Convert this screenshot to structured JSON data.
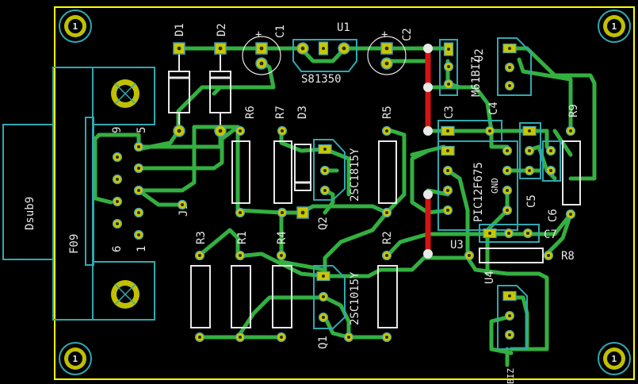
{
  "colors": {
    "background": "#000000",
    "board_outline": "#ffff00",
    "trace": "#33b040",
    "trace_red": "#d41414",
    "pad": "#c8c800",
    "pad_outline": "#48a0b0",
    "silkscreen": "#e8e8e8",
    "outline_cyan": "#30a8b0",
    "mounting_hole": "#c0c000"
  },
  "labels": {
    "mount_hole": "1",
    "d1": "D1",
    "d2": "D2",
    "c1": "C1",
    "plus": "+",
    "u1": "U1",
    "c2": "C2",
    "s81350": "S81350",
    "u2": "U2",
    "m61biz": "M61BIZ",
    "r6": "R6",
    "r7": "R7",
    "d3": "D3",
    "r5": "R5",
    "c3": "C3",
    "c4": "C4",
    "r9": "R9",
    "gnd": "GND",
    "q2_part": "2SC1815Y",
    "dsub9": "Dsub9",
    "f09": "F09",
    "pin9": "9",
    "pin5": "5",
    "pin6": "6",
    "pin1": "1",
    "j1": "J1",
    "q2": "Q2",
    "pic": "PIC12F675",
    "c5": "C5",
    "c6": "C6",
    "r3": "R3",
    "r1": "R1",
    "r4": "R4",
    "r2": "R2",
    "u3": "U3",
    "c7": "C7",
    "r8": "R8",
    "u4": "U4",
    "q1_part": "2SC1015Y",
    "q1": "Q1",
    "biz": "BIZ"
  }
}
